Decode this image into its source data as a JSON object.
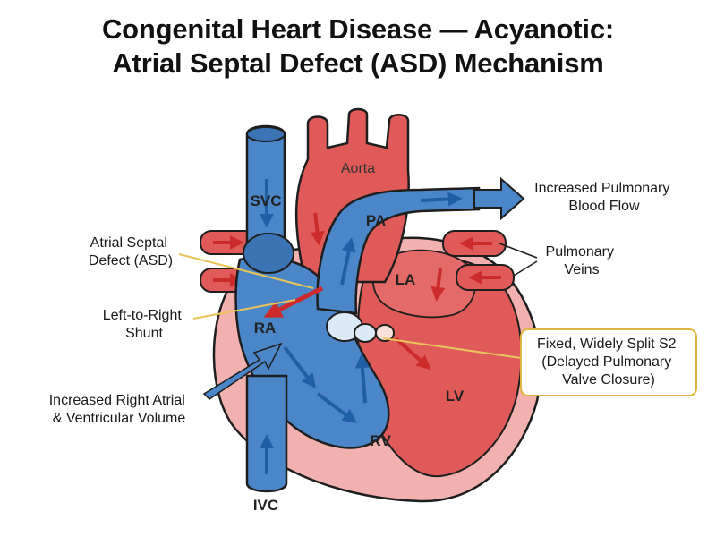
{
  "title": {
    "line1": "Congenital Heart Disease — Acyanotic:",
    "line2": "Atrial Septal Defect (ASD) Mechanism"
  },
  "structures": {
    "aorta": "Aorta",
    "svc": "SVC",
    "pa": "PA",
    "la": "LA",
    "ra": "RA",
    "lv": "LV",
    "rv": "RV",
    "ivc": "IVC"
  },
  "annotations": {
    "asd": [
      "Atrial Septal",
      "Defect (ASD)"
    ],
    "shunt": [
      "Left-to-Right",
      "Shunt"
    ],
    "volume": [
      "Increased Right Atrial",
      "& Ventricular Volume"
    ],
    "pulmonary_flow": [
      "Increased Pulmonary",
      "Blood Flow"
    ],
    "pulmonary_veins": [
      "Pulmonary",
      "Veins"
    ],
    "s2": [
      "Fixed, Widely Split S2",
      "(Delayed Pulmonary",
      "Valve Closure)"
    ]
  },
  "colors": {
    "oxygenated": "#e05a5a",
    "deoxygenated": "#4a86c8",
    "pericardium": "#f2b0ae",
    "leader": "#e8c45a",
    "outline": "#1e1e1e"
  }
}
